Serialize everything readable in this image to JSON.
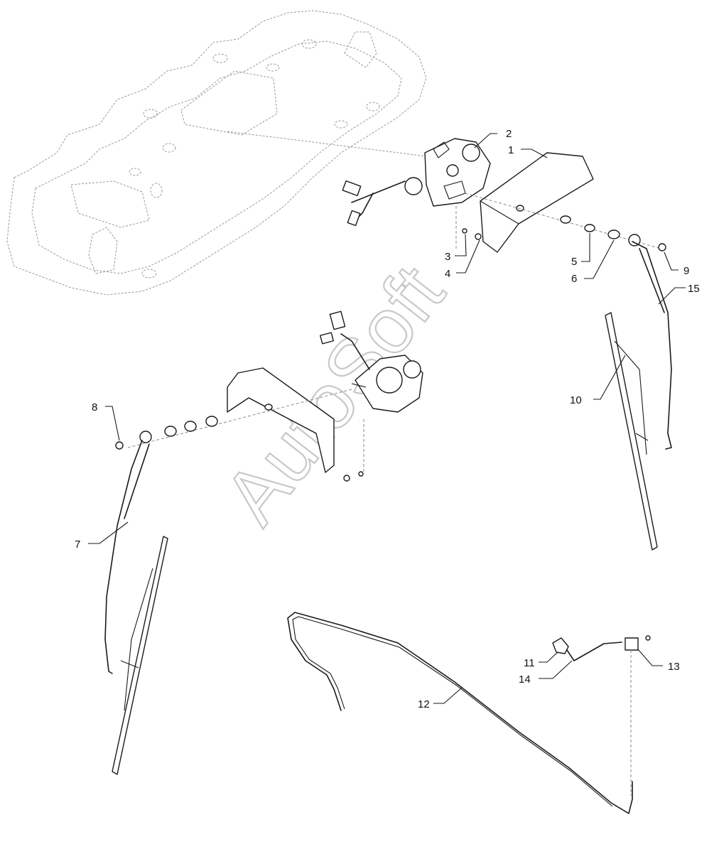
{
  "watermark": "AutoSoft",
  "callouts": [
    "1",
    "2",
    "3",
    "4",
    "5",
    "6",
    "7",
    "8",
    "9",
    "10",
    "11",
    "12",
    "13",
    "14",
    "15"
  ],
  "colors": {
    "ink": "#1a1a1a",
    "phantom": "#9a9a9a",
    "watermark": "#c8c8c8"
  }
}
